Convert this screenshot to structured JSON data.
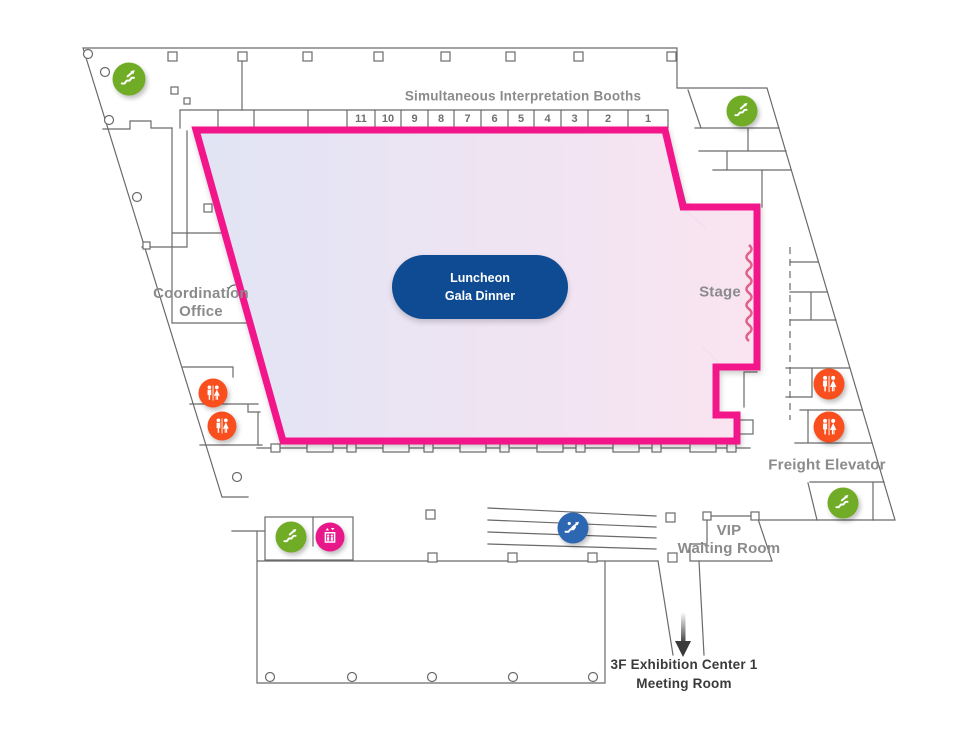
{
  "map": {
    "booths_title": "Simultaneous Interpretation Booths",
    "booth_numbers": [
      "11",
      "10",
      "9",
      "8",
      "7",
      "6",
      "5",
      "4",
      "3",
      "2",
      "1"
    ],
    "event_area": {
      "label_line1": "Luncheon",
      "label_line2": "Gala Dinner",
      "stage_label": "Stage"
    },
    "rooms": {
      "coordination_office_line1": "Coordination",
      "coordination_office_line2": "Office",
      "freight_elevator": "Freight Elevator",
      "vip_line1": "VIP",
      "vip_line2": "Waiting Room",
      "exit_line1": "3F Exhibition Center 1",
      "exit_line2": "Meeting Room"
    },
    "icon_legend": [
      "escalator-icon",
      "restroom-icon",
      "elevator-icon",
      "moving-walkway-icon",
      "down-arrow-icon"
    ]
  },
  "colors": {
    "accent_pink": "#F3138B",
    "hall_fill_left": "#E0E4F5",
    "hall_fill_right": "#FBE3F1",
    "pill_blue": "#0F4B92",
    "escalator_green": "#71AC27",
    "restroom_orange": "#F94F1E",
    "elevator_pink": "#E8188B",
    "walkway_blue": "#2E67B1",
    "wall_gray": "#6A6A6A",
    "label_gray": "#8B8B8B",
    "booth_number_gray": "#6F6F6F",
    "dark_text": "#3A3A3A",
    "curtain_rose": "#DF6187"
  }
}
